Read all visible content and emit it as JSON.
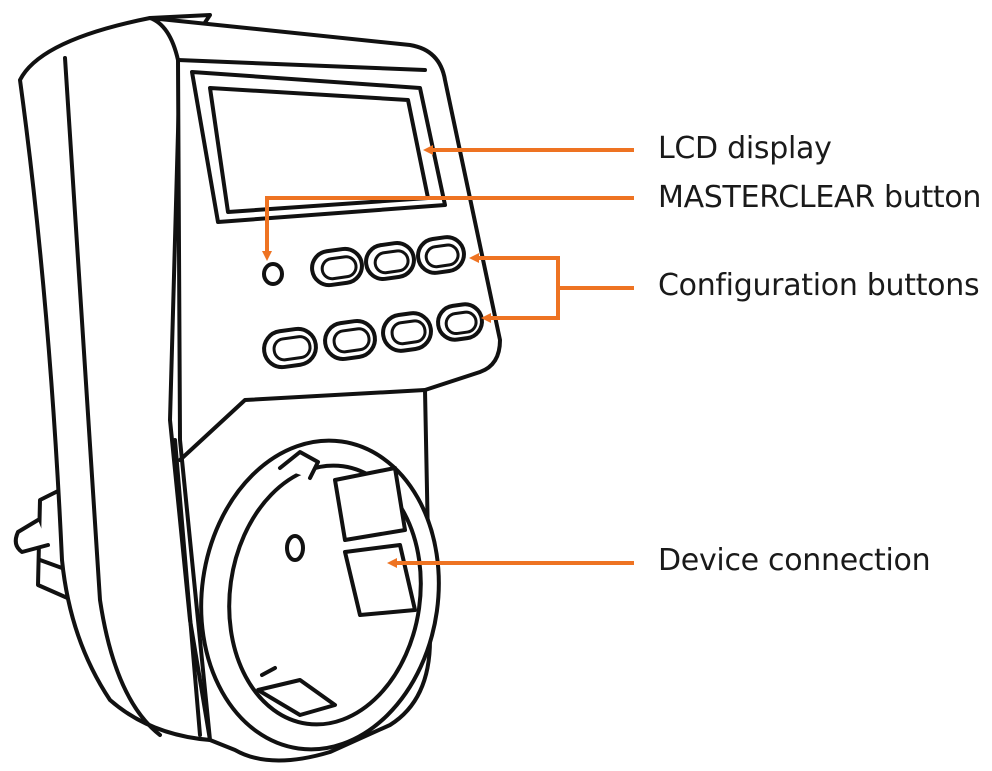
{
  "colors": {
    "callout": "#EE7322",
    "ink": "#111111",
    "background": "#FFFFFF"
  },
  "labels": {
    "lcd": "LCD display",
    "masterclear": "MASTERCLEAR button",
    "config": "Configuration buttons",
    "device": "Device connection"
  }
}
